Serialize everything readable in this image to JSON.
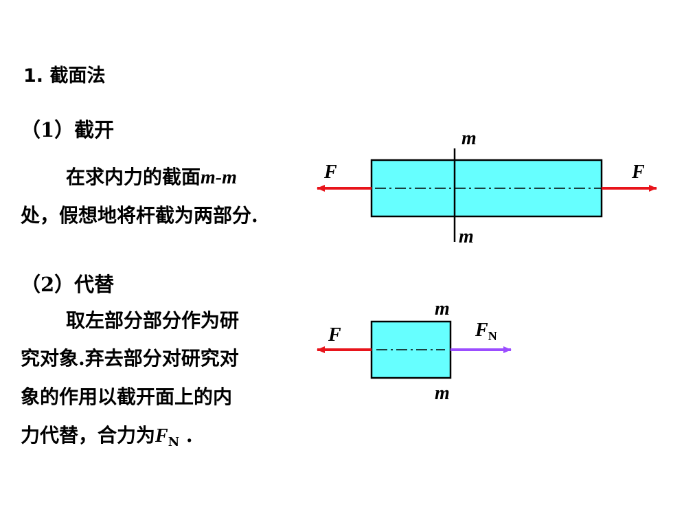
{
  "heading": "1. 截面法",
  "step1": {
    "title": "（1）截开",
    "line1_prefix": "在求内力的截面",
    "line1_var": "m-m",
    "line2": "处，假想地将杆截为两部分."
  },
  "step2": {
    "title": "（2）代替",
    "line1": "取左部分部分作为研",
    "line2": "究对象.弃去部分对研究对",
    "line3": "象的作用以截开面上的内",
    "line4_prefix": "力代替，合力为",
    "line4_var": "F",
    "line4_sub": "N",
    "line4_suffix": " ."
  },
  "diagram1": {
    "section_label_top": "m",
    "section_label_bottom": "m",
    "force_left": "F",
    "force_right": "F"
  },
  "diagram2": {
    "section_label_top": "m",
    "section_label_bottom": "m",
    "force_left": "F",
    "force_right": "F",
    "force_right_sub": "N"
  },
  "colors": {
    "bar_fill": "#66FFFF",
    "applied_force": "#E8141B",
    "internal_force": "#9B4DFF",
    "text": "#000000"
  }
}
